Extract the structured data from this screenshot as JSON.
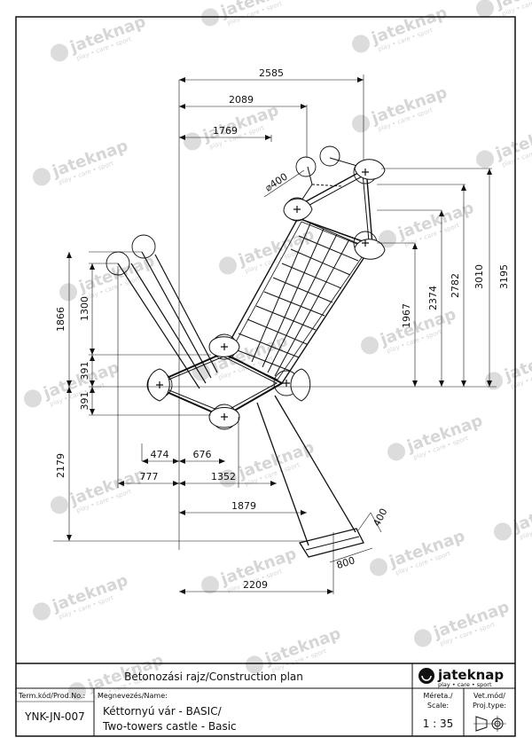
{
  "watermark": {
    "brand": "jateknap",
    "tagline": "play • care • sport"
  },
  "dimensions": {
    "d2585": "2585",
    "d2089": "2089",
    "d1769": "1769",
    "d400": "400",
    "d400b": "400",
    "d1866": "1866",
    "d1300": "1300",
    "d391a": "391",
    "d391b": "391",
    "d2179": "2179",
    "d1967": "1967",
    "d2374": "2374",
    "d2782": "2782",
    "d3010": "3010",
    "d3195": "3195",
    "d474": "474",
    "d676": "676",
    "d777": "777",
    "d1352": "1352",
    "d1879": "1879",
    "d800": "800",
    "d2209": "2209"
  },
  "title_block": {
    "title": "Betonozási rajz/Construction plan",
    "logo_brand": "jateknap",
    "logo_tagline": "play • care • sport",
    "prod_label": "Term.kód/Prod.No.:",
    "prod_value": "YNK-JN-007",
    "name_label": "Megnevezés/Name:",
    "name_line1": "Kéttornyú vár - BASIC/",
    "name_line2": "Two-towers castle - Basic",
    "scale_label1": "Méreta./",
    "scale_label2": "Scale:",
    "scale_value": "1 : 35",
    "proj_label1": "Vet.mód/",
    "proj_label2": "Proj.type:"
  }
}
